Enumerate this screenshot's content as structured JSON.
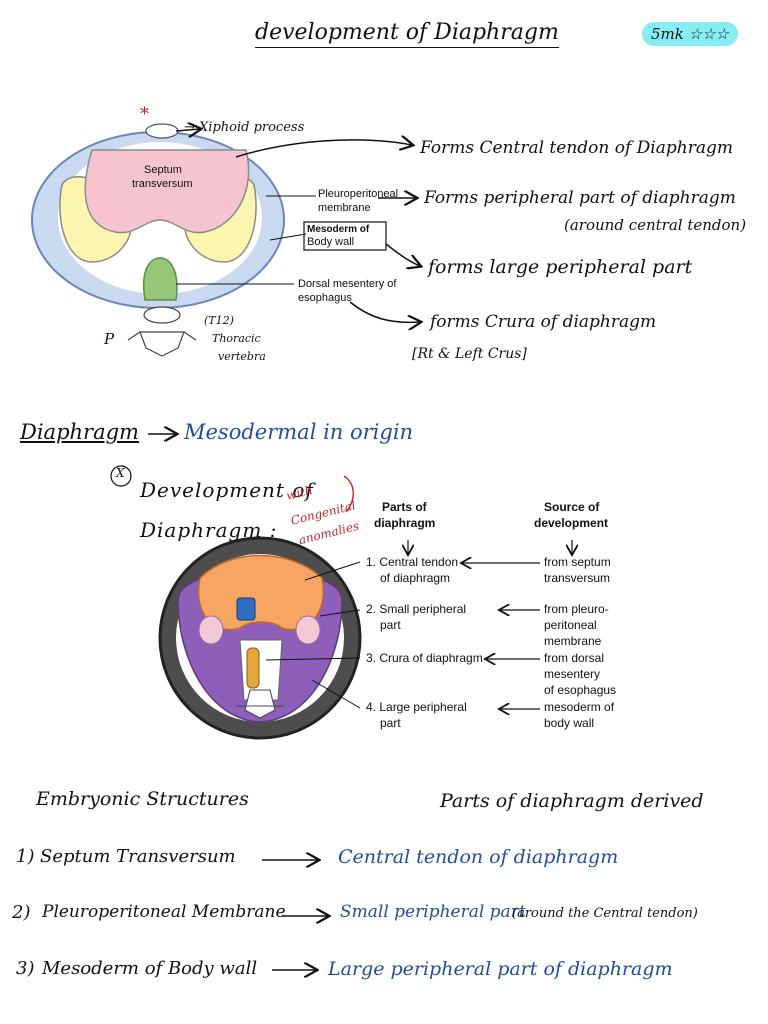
{
  "header": {
    "title": "development of Diaphragm",
    "badge": "5mk ☆☆☆"
  },
  "diagram1": {
    "xiphoid_label": "→ Xiphoid process",
    "star_mark": "*",
    "septum_label_1": "Septum",
    "septum_label_2": "transversum",
    "pleuro_label_1": "Pleuroperitoneal",
    "pleuro_label_2": "membrane",
    "meso_label_1": "Mesoderm of",
    "meso_label_2": "Body wall",
    "dorsal_label_1": "Dorsal mesentery of",
    "dorsal_label_2": "esophagus",
    "vertebra_label_1": "(T12)",
    "vertebra_label_2": "Thoracic",
    "vertebra_label_3": "vertebra",
    "p_mark": "P",
    "note_central": "Forms Central tendon of Diaphragm",
    "note_peripheral_1": "Forms peripheral part of diaphragm",
    "note_peripheral_2": "(around central tendon)",
    "note_large": "forms large peripheral part",
    "note_crura_1": "forms Crura of diaphragm",
    "note_crura_2": "[Rt & Left Crus]"
  },
  "origin": {
    "label": "Diaphragm",
    "arrow": "⟶",
    "value": "Mesodermal in origin"
  },
  "diagram2": {
    "mark": "X",
    "title_1": "Development of",
    "title_2": "Diaphragm :",
    "note_1": "with",
    "note_2": "Congenital",
    "note_3": "anomalies",
    "col_parts_1": "Parts of",
    "col_parts_2": "diaphragm",
    "col_source_1": "Source of",
    "col_source_2": "development",
    "parts": [
      {
        "l1": "1. Central tendon",
        "l2": "of diaphragm"
      },
      {
        "l1": "2. Small peripheral",
        "l2": "part"
      },
      {
        "l1": "3. Crura of diaphragm",
        "l2": ""
      },
      {
        "l1": "4. Large peripheral",
        "l2": "part"
      }
    ],
    "sources": [
      {
        "l1": "from septum",
        "l2": "transversum",
        "l3": ""
      },
      {
        "l1": "from pleuro-",
        "l2": "peritoneal",
        "l3": "membrane"
      },
      {
        "l1": "from dorsal",
        "l2": "mesentery",
        "l3": "of esophagus"
      },
      {
        "l1": "mesoderm of",
        "l2": "body wall",
        "l3": ""
      }
    ]
  },
  "summary": {
    "col_left": "Embryonic Structures",
    "col_right": "Parts of diaphragm derived",
    "rows": [
      {
        "num": "1)",
        "structure": "Septum Transversum",
        "arrow": "⟶",
        "part": "Central tendon of diaphragm",
        "extra": ""
      },
      {
        "num": "2)",
        "structure": "Pleuroperitoneal Membrane",
        "arrow": "⟶",
        "part": "Small peripheral part",
        "extra": "(around the Central tendon)"
      },
      {
        "num": "3)",
        "structure": "Mesoderm of Body wall",
        "arrow": "⟶",
        "part": "Large peripheral part of diaphragm",
        "extra": ""
      }
    ]
  }
}
